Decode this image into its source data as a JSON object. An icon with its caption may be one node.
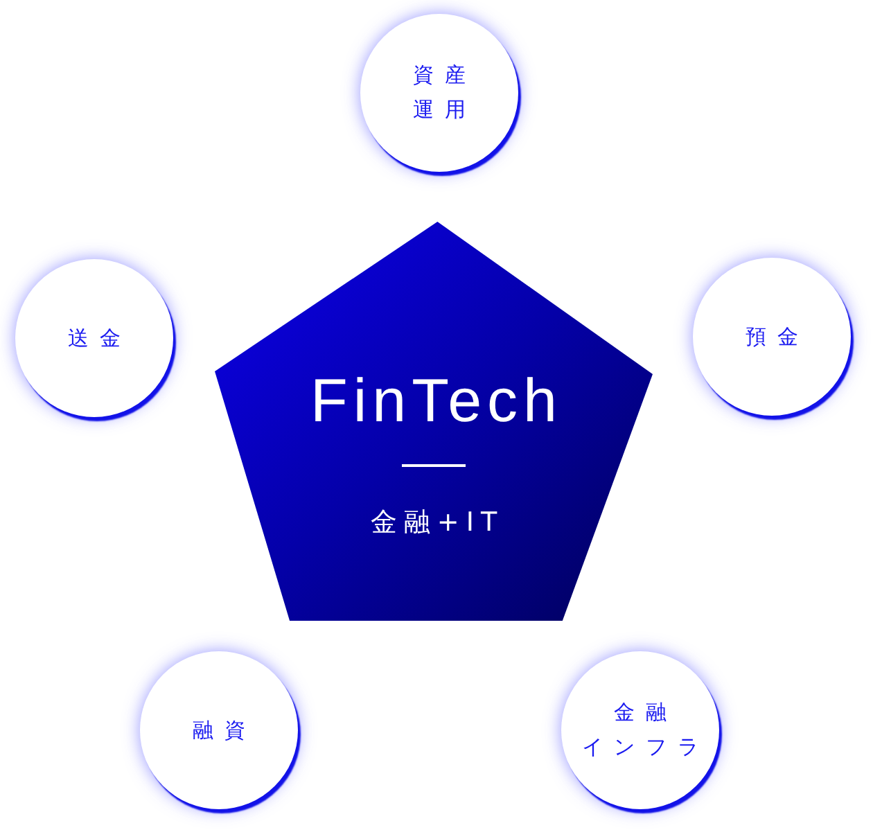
{
  "diagram": {
    "nodes": [
      {
        "text": [
          "資産運用"
        ]
      },
      {
        "text": [
          "送金"
        ]
      },
      {
        "text": [
          "FinTech",
          "金融+IT"
        ]
      },
      {
        "text": [
          "預金"
        ]
      },
      {
        "text": [
          "融資"
        ]
      },
      {
        "text": [
          "金融インフラ"
        ]
      }
    ]
  }
}
